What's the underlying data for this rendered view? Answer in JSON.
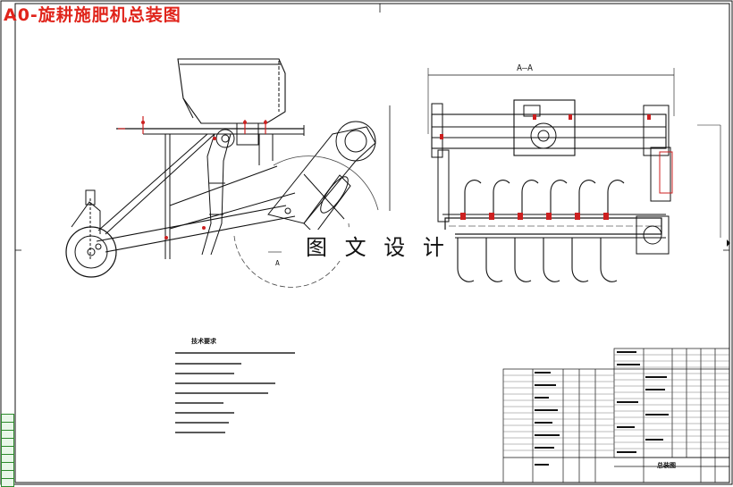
{
  "drawing": {
    "title": "A0-旋耕施肥机总装图",
    "watermark": "图 文 设 计",
    "section_label": "A—A",
    "view_letter": "A",
    "notes_title": "技术要求",
    "titleblock_name": "总装图"
  },
  "colors": {
    "title": "#e0241b",
    "line": "#111111",
    "redline": "#cc2020",
    "strip": "#2c8a2c"
  }
}
